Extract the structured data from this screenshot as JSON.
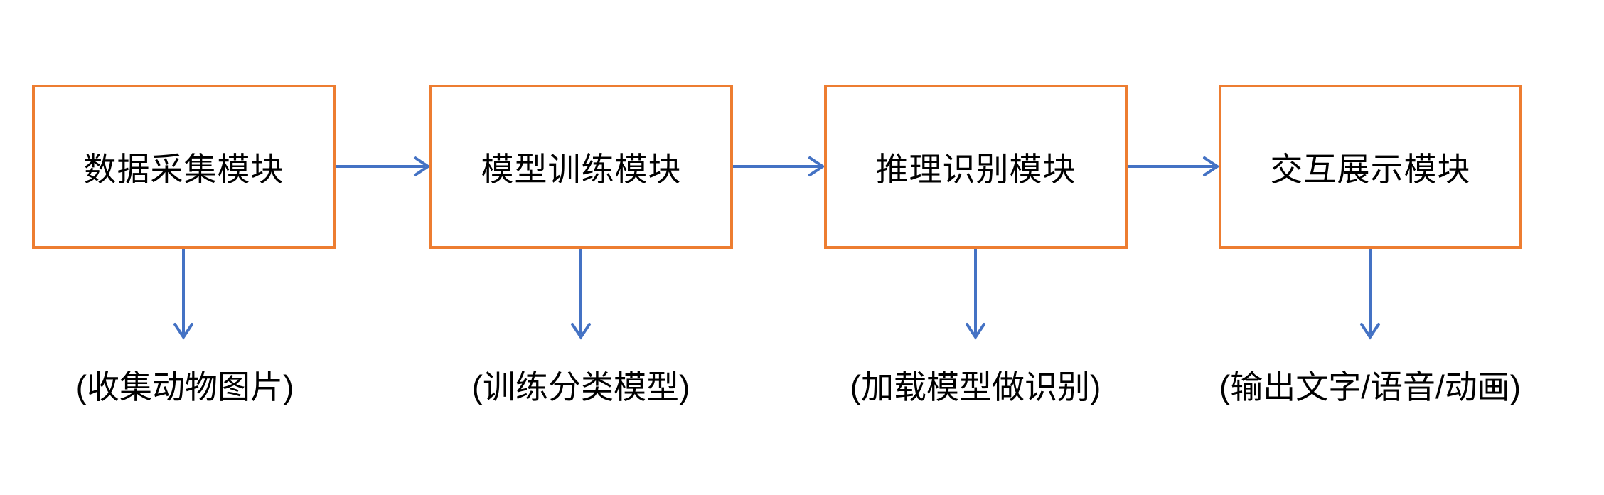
{
  "diagram": {
    "type": "flowchart",
    "flow_direction": "left-to-right",
    "colors": {
      "box_border": "#ED7D31",
      "arrow": "#4472C4",
      "text": "#000000",
      "background": "#FFFFFF"
    },
    "modules": [
      {
        "label": "数据采集模块",
        "caption": "(收集动物图片)"
      },
      {
        "label": "模型训练模块",
        "caption": "(训练分类模型)"
      },
      {
        "label": "推理识别模块",
        "caption": "(加载模型做识别)"
      },
      {
        "label": "交互展示模块",
        "caption": "(输出文字/语音/动画)"
      }
    ]
  }
}
